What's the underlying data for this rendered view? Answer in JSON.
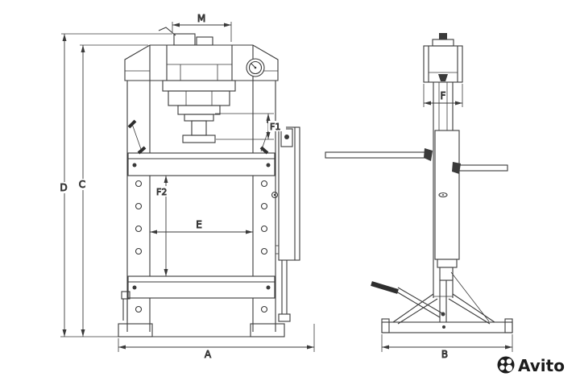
{
  "drawing": {
    "dimension_labels": {
      "front_view": {
        "top_width": "M",
        "ram_extension": "F1",
        "working_height": "F2",
        "inner_width": "E",
        "base_width": "A",
        "frame_height": "C",
        "overall_height": "D"
      },
      "side_view": {
        "cylinder_width": "F",
        "base_depth": "B"
      }
    },
    "colors": {
      "line": "#3a3a3a",
      "background": "#ffffff",
      "watermark": "#1c1c1c"
    }
  },
  "watermark": {
    "brand": "Avito",
    "logo_icon": "avito-dots-icon"
  }
}
